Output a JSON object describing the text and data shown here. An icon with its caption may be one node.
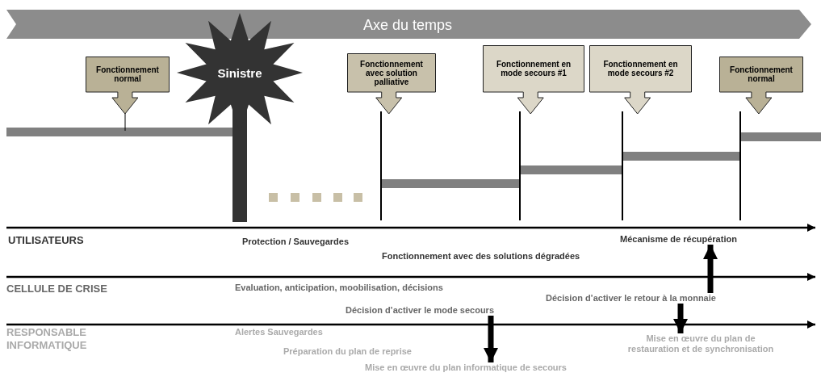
{
  "diagram": {
    "nodes": [
      {
        "text": [
          "Fonctionnement normal"
        ]
      },
      {
        "text": [
          "Sinistre"
        ]
      },
      {
        "text": [
          "Fonctionnement avec solution palliative"
        ]
      },
      {
        "text": [
          "Fonctionnement en mode secours #1"
        ]
      },
      {
        "text": [
          "Fonctionnement en mode secours #2"
        ]
      },
      {
        "text": [
          "Fonctionnement normal"
        ]
      },
      {
        "text": [
          "Mécanisme de récupération"
        ]
      },
      {
        "text": [
          "Décision d’activer le retour à la monnaie"
        ]
      },
      {
        "text": [
          "Mise en œuvre du plan de restauration et de synchronisation"
        ]
      },
      {
        "text": [
          "Décision d’activer le mode secours"
        ]
      },
      {
        "text": [
          "Mise en œuvre du plan informatique de secours"
        ]
      }
    ],
    "edges": [
      {
        "from": 7,
        "to": 6,
        "arrow": "to"
      },
      {
        "from": 7,
        "to": 8,
        "arrow": "to"
      },
      {
        "from": 9,
        "to": 10,
        "arrow": "to"
      }
    ],
    "labels": [
      "Axe du temps",
      "UTILISATEURS",
      "Protection / Sauvegardes",
      "Fonctionnement avec des solutions dégradées",
      "CELLULE DE CRISE",
      "Evaluation, anticipation, moobilisation, décisions",
      "RESPONSABLE INFORMATIQUE",
      "Alertes Sauvegardes",
      "Préparation du plan de reprise"
    ]
  }
}
